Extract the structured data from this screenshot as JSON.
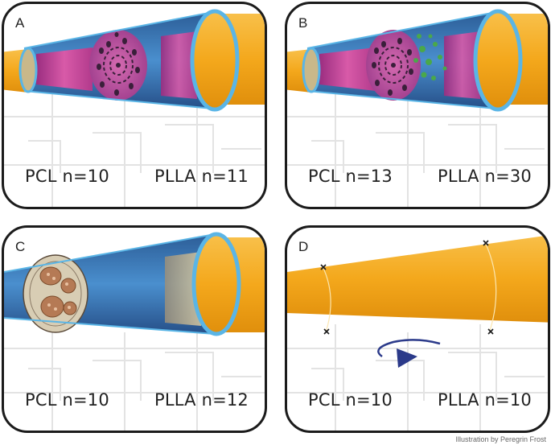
{
  "panels": [
    {
      "letter": "A",
      "left_label": "PCL n=10",
      "right_label": "PLLA n=11"
    },
    {
      "letter": "B",
      "left_label": "PCL n=13",
      "right_label": "PLLA n=30"
    },
    {
      "letter": "C",
      "left_label": "PCL n=10",
      "right_label": "PLLA n=12"
    },
    {
      "letter": "D",
      "left_label": "PCL n=10",
      "right_label": "PLLA n=10"
    }
  ],
  "credit": "Illustration by Peregrin Frost",
  "colors": {
    "nerve": "#f4a81c",
    "conduit": "#3b7fc0",
    "conduit_dark": "#2a4d86",
    "rim": "#5ab5e6",
    "pink": "#c8409a",
    "fascicle": "#b57a55",
    "outline": "#1b1b1b"
  },
  "icons": [
    "rotation-arrow-icon",
    "suture-icon"
  ]
}
